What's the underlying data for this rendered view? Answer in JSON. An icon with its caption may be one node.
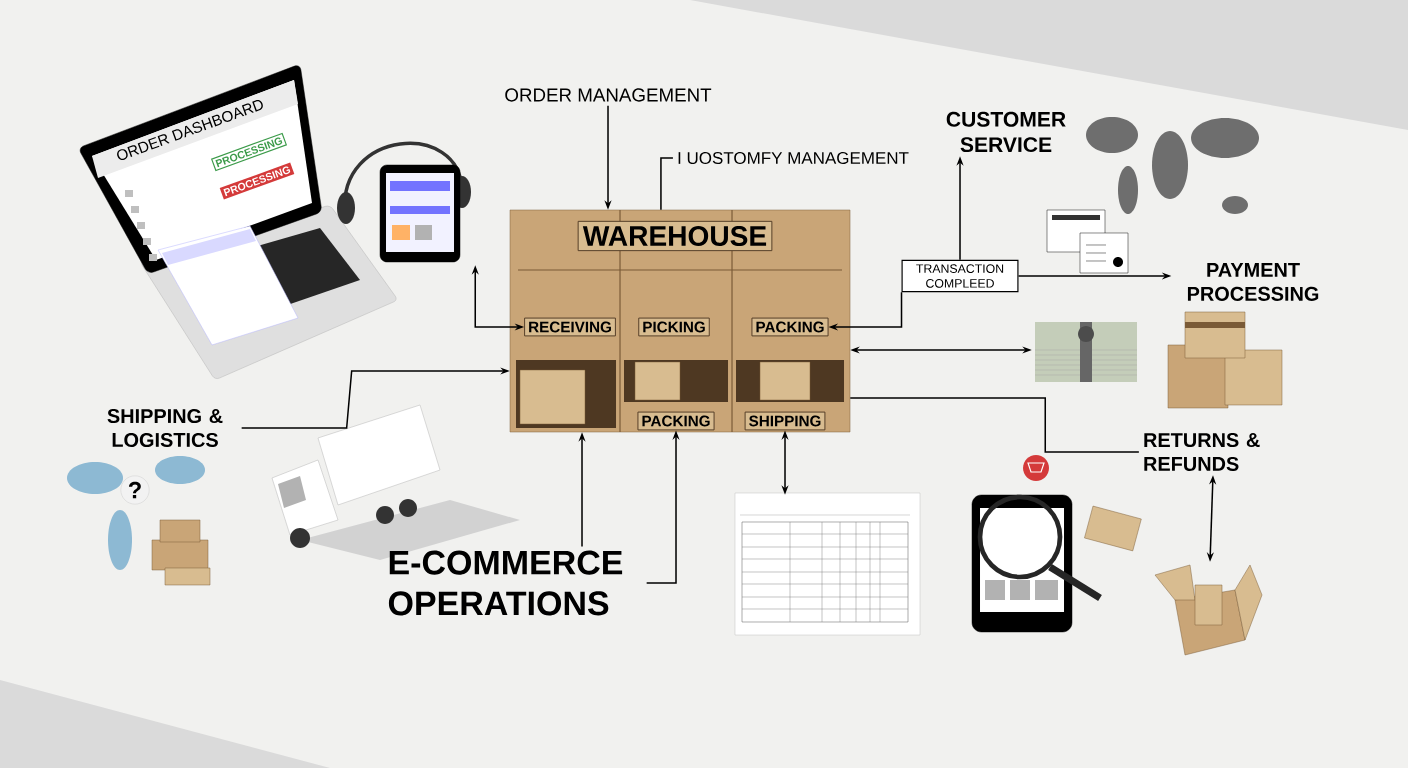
{
  "diagram": {
    "nodes": [
      {
        "text": [
          "ORDER MANAGEMENT"
        ]
      },
      {
        "text": [
          "I UOSTOMFY MANAGEMENT"
        ]
      },
      {
        "text": [
          "WAREHOUSE"
        ]
      },
      {
        "text": [
          "RECEIVING"
        ],
        "in": 2
      },
      {
        "text": [
          "PICKING"
        ],
        "in": 2
      },
      {
        "text": [
          "PACKING"
        ],
        "in": 2
      },
      {
        "text": [
          "PACKING"
        ],
        "in": 2
      },
      {
        "text": [
          "SHIPPING"
        ],
        "in": 2
      },
      {
        "text": [],
        "shape": "picture"
      },
      {
        "text": [
          "SHIPPING & LOGISTICS"
        ]
      },
      {
        "text": [
          "CUSTOMER SERVICE"
        ]
      },
      {
        "text": [
          "TRANSACTION COMPLEED"
        ]
      },
      {
        "text": [
          "PAYMENT PROCESSING"
        ]
      },
      {
        "text": [],
        "shape": "picture"
      },
      {
        "text": [
          "RETURNS & REFUNDS"
        ]
      },
      {
        "text": [],
        "shape": "picture"
      },
      {
        "text": [
          "E-COMMERCE OPERATIONS"
        ]
      },
      {
        "text": [],
        "shape": "picture"
      }
    ],
    "edges": [
      {
        "from": 0,
        "to": 2,
        "arrow": "to"
      },
      {
        "from": 1,
        "to": 2,
        "arrow": "none"
      },
      {
        "from": 3,
        "to": 8,
        "arrow": "both"
      },
      {
        "from": 9,
        "to": 2,
        "arrow": "to"
      },
      {
        "from": 11,
        "to": 10,
        "arrow": "to"
      },
      {
        "from": 11,
        "to": 12,
        "arrow": "to"
      },
      {
        "from": 11,
        "to": 5,
        "arrow": "to"
      },
      {
        "from": 2,
        "to": 13,
        "arrow": "both"
      },
      {
        "from": 2,
        "to": 14,
        "arrow": "none"
      },
      {
        "from": 14,
        "to": 15,
        "arrow": "both"
      },
      {
        "from": 7,
        "to": 17,
        "arrow": "both"
      },
      {
        "from": 16,
        "to": 2,
        "arrow": "to"
      },
      {
        "from": 16,
        "to": 6,
        "arrow": "to"
      }
    ],
    "labels": [
      "ORDER DASHBOARD",
      "PROCESSING",
      "PROCESSING",
      "?"
    ]
  }
}
